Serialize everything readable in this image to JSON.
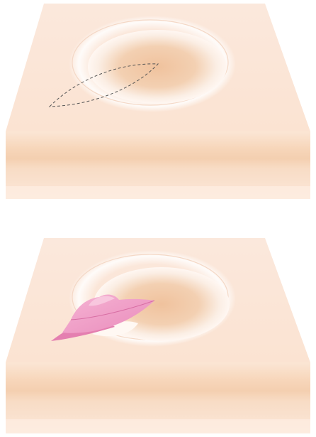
{
  "figure": {
    "panels": [
      {
        "id": "top-panel",
        "state": "planned-incision",
        "incision_outline": "dashed-lens"
      },
      {
        "id": "bottom-panel",
        "state": "skin-flap-raised",
        "flap_color": "#f0a0c8"
      }
    ]
  },
  "colors": {
    "background": "#ffffff",
    "skin_top": "#fbe7d9",
    "skin_side_light": "#fbe2cf",
    "skin_side_band": "#f6d2b3",
    "lesion_center": "#f1c7a3",
    "dashed_line": "#555555",
    "flap_pink": "#f0a0c8",
    "flap_pink_dark": "#e57fb1"
  }
}
